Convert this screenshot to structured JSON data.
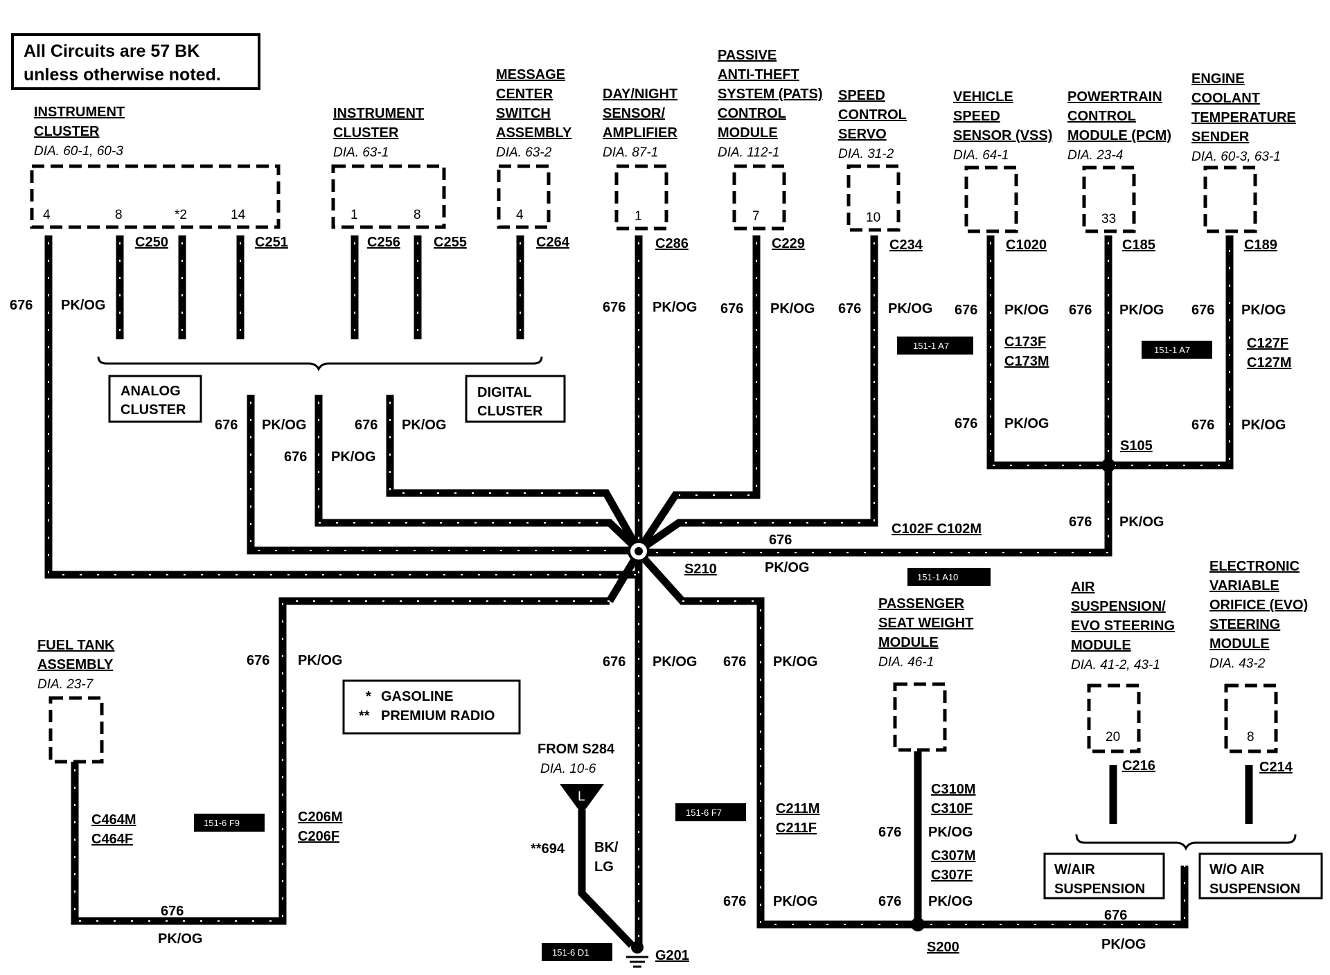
{
  "note": {
    "line1": "All Circuits are 57 BK",
    "line2": "unless otherwise noted."
  },
  "legend": {
    "gasoline": "GASOLINE",
    "premium_radio": "PREMIUM RADIO",
    "star1": "*",
    "star2": "**"
  },
  "circuit": {
    "num": "676",
    "color": "PK/OG"
  },
  "components": {
    "ic1": {
      "l1": "INSTRUMENT",
      "l2": "CLUSTER",
      "dia": "DIA. 60-1, 60-3",
      "pins": [
        "4",
        "8",
        "*2",
        "14"
      ]
    },
    "ic2": {
      "l1": "INSTRUMENT",
      "l2": "CLUSTER",
      "dia": "DIA. 63-1",
      "pins": [
        "1",
        "8"
      ]
    },
    "msg": {
      "l1": "MESSAGE",
      "l2": "CENTER",
      "l3": "SWITCH",
      "l4": "ASSEMBLY",
      "dia": "DIA. 63-2",
      "pin": "4"
    },
    "dn": {
      "l1": "DAY/NIGHT",
      "l2": "SENSOR/",
      "l3": "AMPLIFIER",
      "dia": "DIA. 87-1",
      "pin": "1"
    },
    "pats": {
      "l1": "PASSIVE",
      "l2": "ANTI-THEFT",
      "l3": "SYSTEM (PATS)",
      "l4": "CONTROL",
      "l5": "MODULE",
      "dia": "DIA. 112-1",
      "pin": "7"
    },
    "spd": {
      "l1": "SPEED",
      "l2": "CONTROL",
      "l3": "SERVO",
      "dia": "DIA. 31-2",
      "pin": "10"
    },
    "vss": {
      "l1": "VEHICLE",
      "l2": "SPEED",
      "l3": "SENSOR (VSS)",
      "dia": "DIA. 64-1"
    },
    "pcm": {
      "l1": "POWERTRAIN",
      "l2": "CONTROL",
      "l3": "MODULE (PCM)",
      "dia": "DIA. 23-4",
      "pin": "33"
    },
    "ect": {
      "l1": "ENGINE",
      "l2": "COOLANT",
      "l3": "TEMPERATURE",
      "l4": "SENDER",
      "dia": "DIA. 60-3, 63-1"
    },
    "fuel": {
      "l1": "FUEL TANK",
      "l2": "ASSEMBLY",
      "dia": "DIA. 23-7"
    },
    "psw": {
      "l1": "PASSENGER",
      "l2": "SEAT WEIGHT",
      "l3": "MODULE",
      "dia": "DIA. 46-1"
    },
    "air": {
      "l1": "AIR",
      "l2": "SUSPENSION/",
      "l3": "EVO STEERING",
      "l4": "MODULE",
      "dia": "DIA. 41-2, 43-1",
      "pin": "20"
    },
    "evo": {
      "l1": "ELECTRONIC",
      "l2": "VARIABLE",
      "l3": "ORIFICE (EVO)",
      "l4": "STEERING",
      "l5": "MODULE",
      "dia": "DIA. 43-2",
      "pin": "8"
    },
    "s284": {
      "l1": "FROM S284",
      "dia": "DIA. 10-6",
      "letter": "L"
    }
  },
  "groups": {
    "analog1": "ANALOG",
    "analog2": "CLUSTER",
    "digital1": "DIGITAL",
    "digital2": "CLUSTER",
    "wair1": "W/AIR",
    "wair2": "SUSPENSION",
    "woair1": "W/O AIR",
    "woair2": "SUSPENSION"
  },
  "connectors": {
    "c250": "C250",
    "c251": "C251",
    "c256": "C256",
    "c255": "C255",
    "c264": "C264",
    "c286": "C286",
    "c229": "C229",
    "c234": "C234",
    "c1020": "C1020",
    "c185": "C185",
    "c189": "C189",
    "c173f": "C173F",
    "c173m": "C173M",
    "c127f": "C127F",
    "c127m": "C127M",
    "c102": "C102F C102M",
    "c464m": "C464M",
    "c464f": "C464F",
    "c206m": "C206M",
    "c206f": "C206F",
    "c211m": "C211M",
    "c211f": "C211F",
    "c310m": "C310M",
    "c310f": "C310F",
    "c307m": "C307M",
    "c307f": "C307F",
    "c216": "C216",
    "c214": "C214"
  },
  "splices": {
    "s210": "S210",
    "s105": "S105",
    "s200": "S200",
    "g201": "G201"
  },
  "refs": {
    "r1": "151-1 A7",
    "r2": "151-1 A7",
    "r3": "151-1 A10",
    "r4": "151-6 F9",
    "r5": "151-6 F7",
    "r6": "151-6 D1"
  },
  "radio_wire": {
    "num": "**694",
    "color1": "BK/",
    "color2": "LG"
  }
}
